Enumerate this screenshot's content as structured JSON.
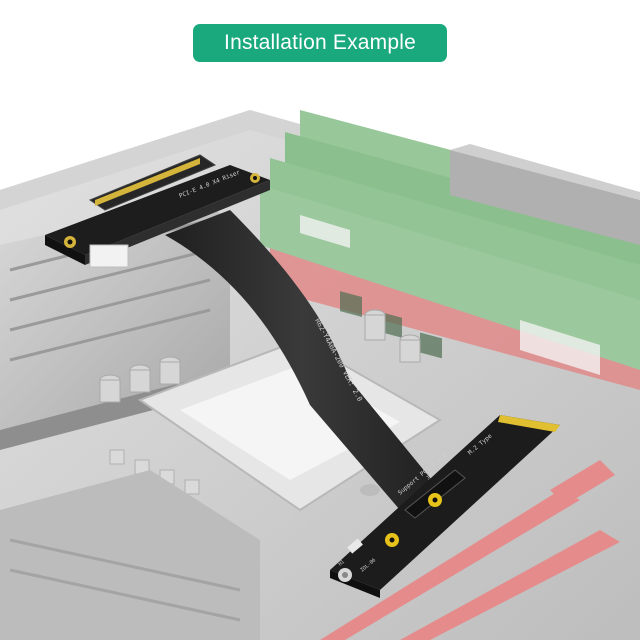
{
  "banner": {
    "title": "Installation Example",
    "color": "#1aa97c"
  },
  "cable": {
    "print": "R62-Y4A0A-200    VER: 2.0"
  },
  "riser_card": {
    "marking": "PCI-E 4.0 X4 Riser"
  },
  "m2_adapter": {
    "marking_1": "Support PCI-E 4.0",
    "marking_2": "M.2 Type",
    "marking_3": "JP1",
    "marking_4": "H1",
    "marking_5": "ZOL-06"
  },
  "colors": {
    "motherboard": "#c9c9c9",
    "ram": "#8fbf8f",
    "slot": "#e07070",
    "pcb": "#1d1d1d",
    "cable": "#2a2a2a",
    "screw": "#e6c21a"
  }
}
